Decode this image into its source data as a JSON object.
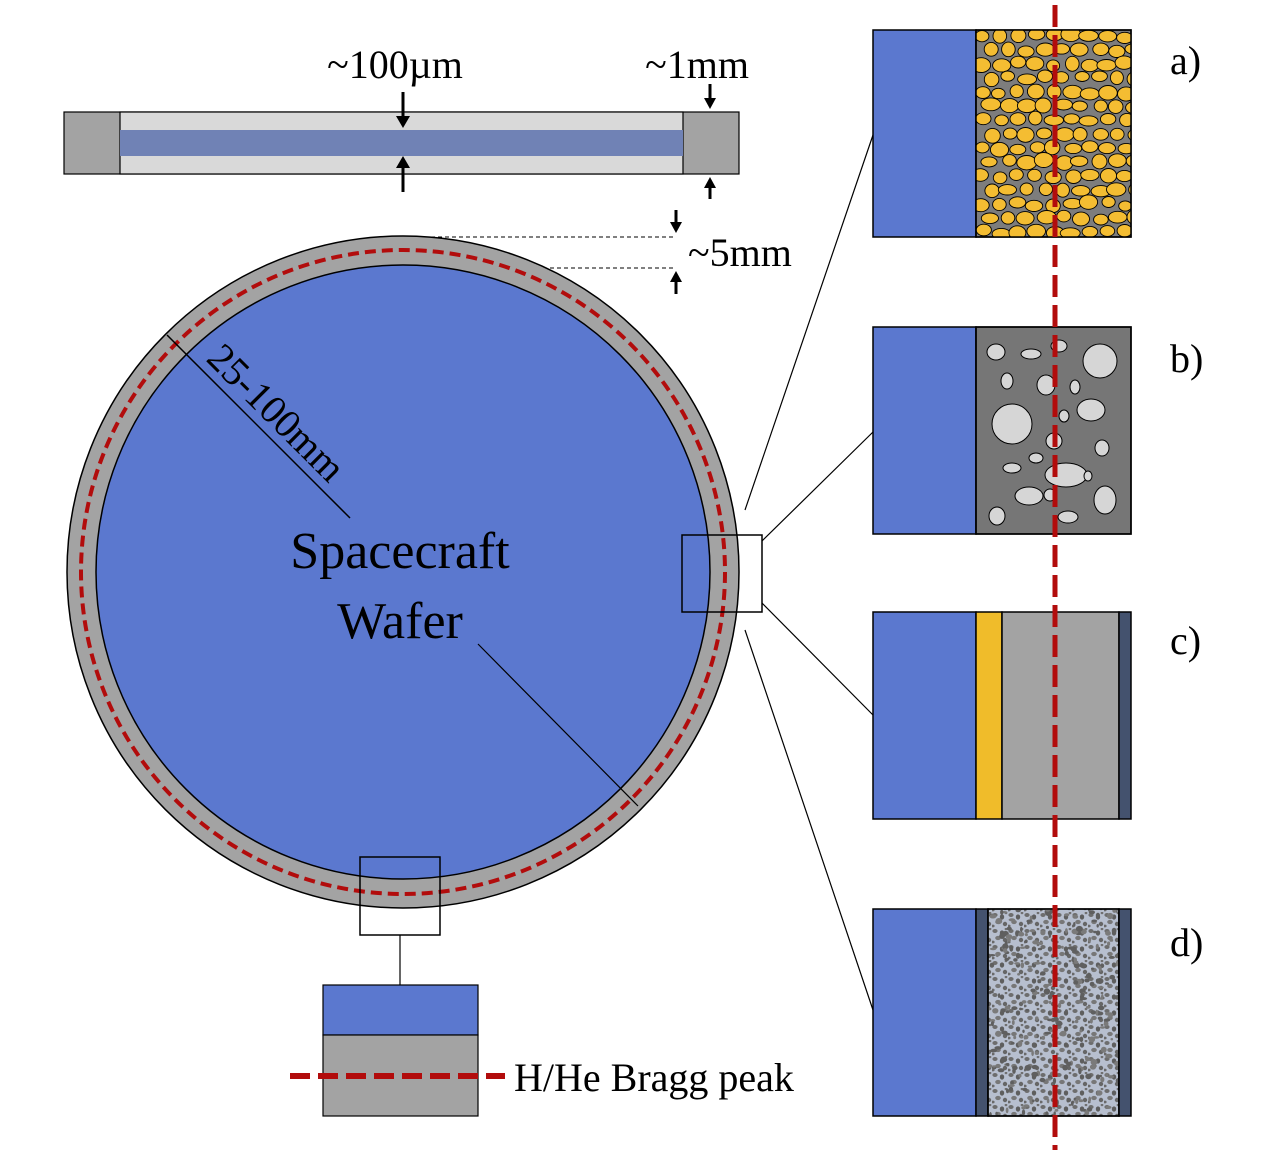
{
  "labels": {
    "thickness_wafer": "~100µm",
    "thickness_frame": "~1mm",
    "ring_width": "~5mm",
    "radius": "25-100mm",
    "center_line1": "Spacecraft",
    "center_line2": "Wafer",
    "legend": "H/He Bragg peak"
  },
  "panels": [
    {
      "tag": "a)",
      "type": "yellow-pellets"
    },
    {
      "tag": "b)",
      "type": "gray-pores"
    },
    {
      "tag": "c)",
      "type": "layered-yellow-gray"
    },
    {
      "tag": "d)",
      "type": "speckled-composite"
    }
  ],
  "colors": {
    "wafer_blue": "#5b78cf",
    "frame_gray": "#a3a3a3",
    "light_gray": "#d9d9d9",
    "side_band": "#7082b5",
    "bragg_red": "#b20c0c",
    "pellet_yellow": "#f4bd32",
    "dark_gray": "#767676",
    "slate": "#44526e"
  }
}
